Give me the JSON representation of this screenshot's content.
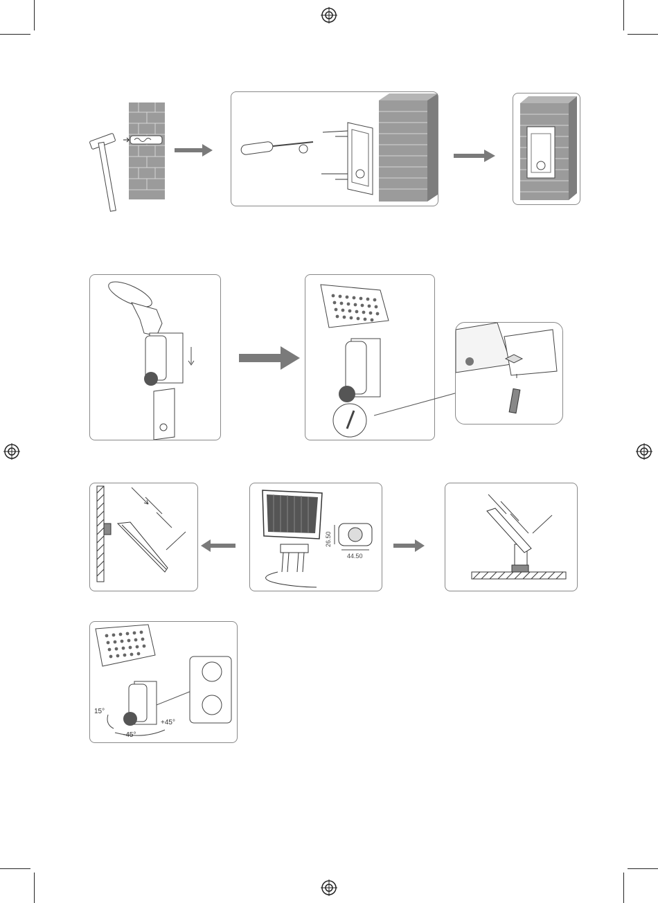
{
  "dimensions": {
    "height": "26.50",
    "width": "44.50"
  },
  "angles": {
    "tilt": "15°",
    "right": "+45°",
    "left": "-45°"
  },
  "colors": {
    "brick": "#9b9b9b",
    "brick_line": "#d6d6d6",
    "arrow": "#7a7a7a",
    "frame": "#888888"
  },
  "icons": [
    "hammer",
    "screwdriver",
    "screw",
    "wall-plug",
    "mounting-bracket",
    "floodlight",
    "solar-panel",
    "sun-rays",
    "registration-mark"
  ]
}
